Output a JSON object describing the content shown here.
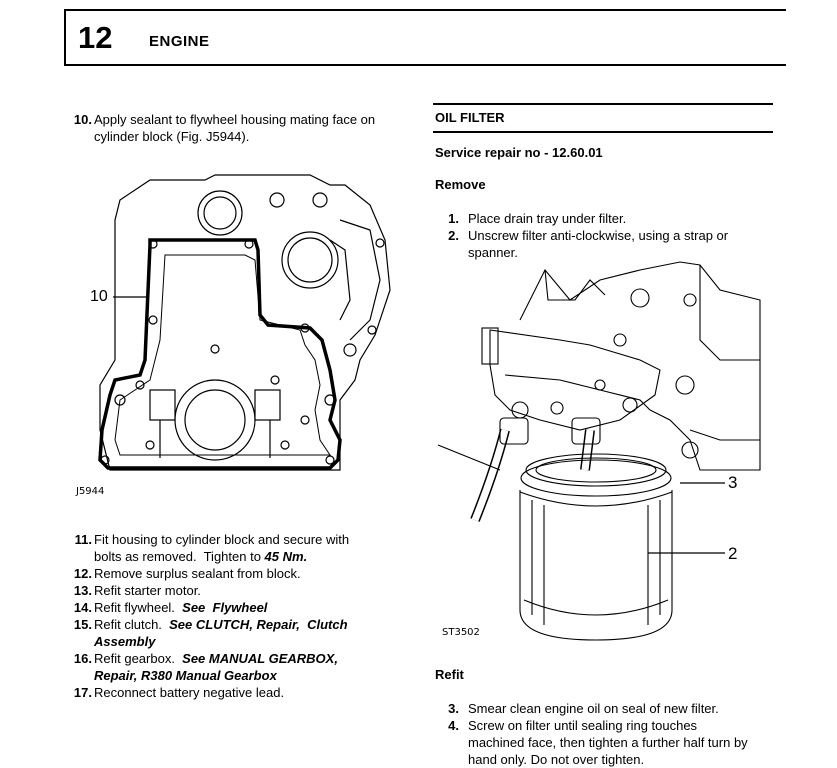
{
  "header": {
    "section_number": "12",
    "section_title": "ENGINE"
  },
  "left": {
    "step10": {
      "num": "10.",
      "line1": "Apply sealant to flywheel housing mating face on",
      "line2": "cylinder block (Fig. J5944)."
    },
    "figure": {
      "callout": "10",
      "code": "J5944"
    },
    "steps": [
      {
        "num": "11.",
        "line1": "Fit housing to cylinder block and secure with",
        "line2a": "bolts as removed.  Tighten to ",
        "torque": "45 Nm."
      },
      {
        "num": "12.",
        "text": "Remove surplus sealant from block."
      },
      {
        "num": "13.",
        "text": "Refit starter motor."
      },
      {
        "num": "14.",
        "text": "Refit flywheel.  ",
        "ref": "See  Flywheel"
      },
      {
        "num": "15.",
        "text": "Refit clutch.  ",
        "ref": "See CLUTCH, Repair,  Clutch",
        "ref2": "Assembly"
      },
      {
        "num": "16.",
        "text": "Refit gearbox.  ",
        "ref": "See MANUAL GEARBOX,",
        "ref2": "Repair,  R380 Manual Gearbox"
      },
      {
        "num": "17.",
        "text": "Reconnect battery negative lead."
      }
    ]
  },
  "right": {
    "title": "OIL FILTER",
    "service": "Service repair no - 12.60.01",
    "remove_heading": "Remove",
    "remove_steps": [
      {
        "num": "1.",
        "line1": "Place drain tray under filter."
      },
      {
        "num": "2.",
        "line1": "Unscrew filter anti-clockwise, using a strap or",
        "line2": "spanner."
      }
    ],
    "figure": {
      "callout3": "3",
      "callout2": "2",
      "code": "ST3502"
    },
    "refit_heading": "Refit",
    "refit_steps": [
      {
        "num": "3.",
        "line1": "Smear clean engine oil on seal of new filter."
      },
      {
        "num": "4.",
        "line1": "Screw on filter until sealing ring touches",
        "line2": "machined face, then tighten a further half turn by",
        "line3": "hand only. Do not over tighten."
      }
    ]
  }
}
